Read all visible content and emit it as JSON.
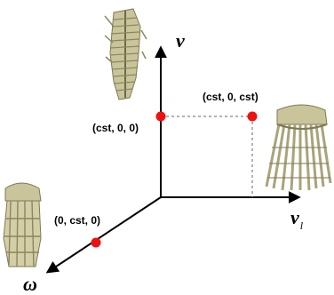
{
  "axes": {
    "vertical": {
      "symbol": "ν"
    },
    "horizontal": {
      "symbol": "ν",
      "subscript": "l"
    },
    "diagonal": {
      "symbol": "ω"
    }
  },
  "points": {
    "vertical_point": {
      "label": "(cst, 0, 0)"
    },
    "corner_point": {
      "label": "(cst, 0, cst)"
    },
    "diagonal_point": {
      "label": "(0, cst, 0)"
    }
  },
  "colors": {
    "axis": "#000000",
    "point": "#ee1111",
    "guide": "#666666",
    "model": "#c9c49a",
    "model_dark": "#7d7a55"
  },
  "images": [
    {
      "name": "thin-fish-model-image",
      "depicts": "bony fish skeleton model, compressed"
    },
    {
      "name": "spread-model-image",
      "depicts": "wide tentacled skeleton model"
    },
    {
      "name": "squat-model-image",
      "depicts": "short tentacled skeleton model"
    }
  ]
}
